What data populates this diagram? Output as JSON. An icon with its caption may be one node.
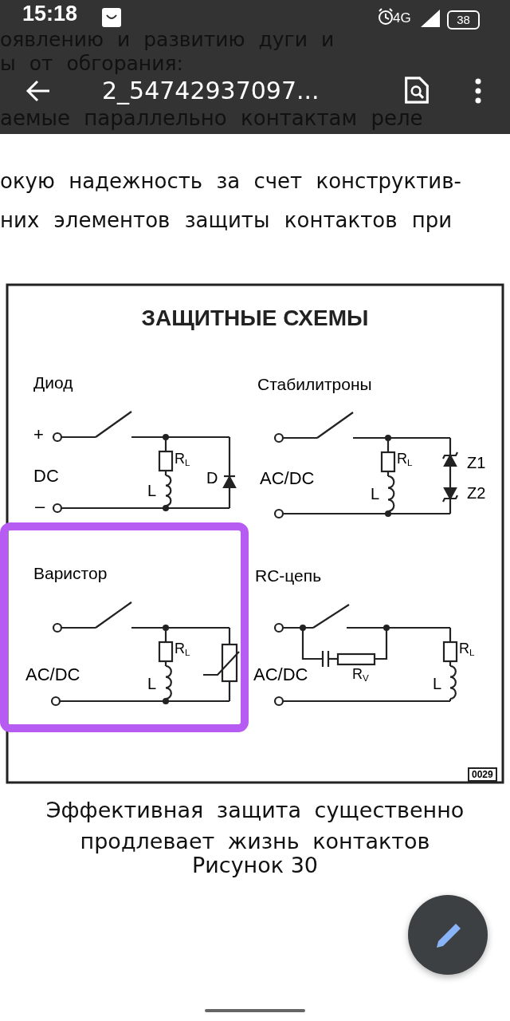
{
  "diagram": {
    "title": "ЗАЩИТНЫЕ СХЕМЫ",
    "caption": "Эффективная защита существенно продлевает жизнь контактов",
    "labels": [
      "15:18",
      "4G",
      "38",
      "оявлению и развитию дуги и",
      "ы от обгорания:",
      "аемые параллельно контактам реле",
      "2_54742937097...",
      "окую надежность за счет конструктив-",
      "них элементов защиты контактов при",
      "Диод",
      "Стабилитроны",
      "+",
      "R$_{L}$",
      "DC",
      "D",
      "L",
      "–",
      "R$_{L}$",
      "Z1",
      "AC/DC",
      "L",
      "Z2",
      "Варистор",
      "RC-цепь",
      "R$_{L}$",
      "AC/DC",
      "L",
      "R$_{L}$",
      "AC/DC",
      "R$_{V}$",
      "L",
      "0029",
      "Рисунок 30"
    ]
  }
}
